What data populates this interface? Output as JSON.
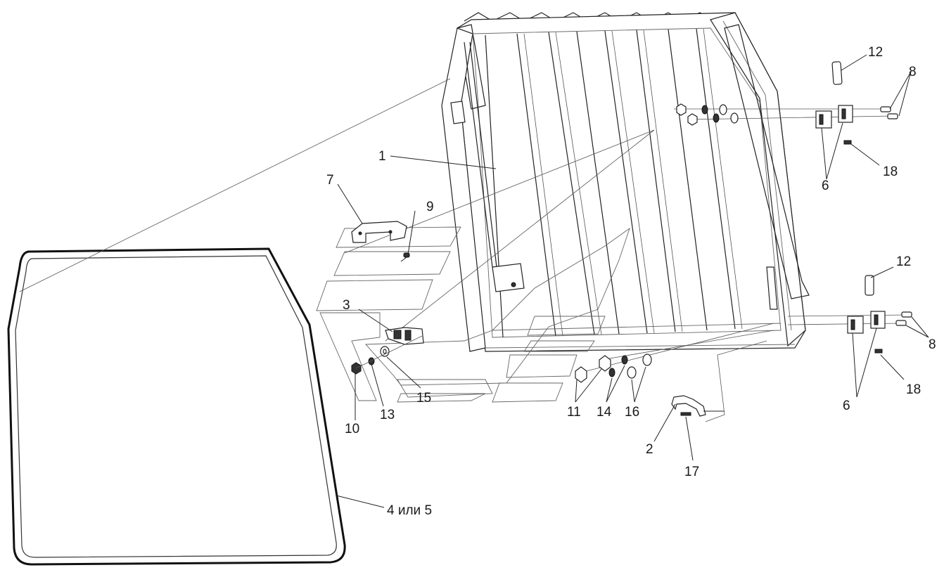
{
  "diagram": {
    "callouts": {
      "c1": "1",
      "c2": "2",
      "c3": "3",
      "c4_5": "4 или 5",
      "c6a": "6",
      "c6b": "6",
      "c7": "7",
      "c8a": "8",
      "c8b": "8",
      "c9": "9",
      "c10": "10",
      "c11": "11",
      "c12a": "12",
      "c12b": "12",
      "c13": "13",
      "c14": "14",
      "c15": "15",
      "c16": "16",
      "c17": "17",
      "c18a": "18",
      "c18b": "18"
    }
  }
}
